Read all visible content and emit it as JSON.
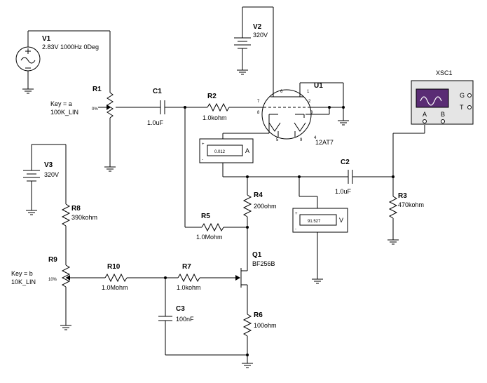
{
  "components": {
    "V1": {
      "label": "V1",
      "value": "2.83V 1000Hz 0Deg"
    },
    "V2": {
      "label": "V2",
      "value": "320V"
    },
    "V3": {
      "label": "V3",
      "value": "320V"
    },
    "R1": {
      "label": "R1",
      "key": "Key = a",
      "value": "100K_LIN",
      "percent": "0%"
    },
    "R2": {
      "label": "R2",
      "value": "1.0kohm"
    },
    "R3": {
      "label": "R3",
      "value": "470kohm"
    },
    "R4": {
      "label": "R4",
      "value": "200ohm"
    },
    "R5": {
      "label": "R5",
      "value": "1.0Mohm"
    },
    "R6": {
      "label": "R6",
      "value": "100ohm"
    },
    "R7": {
      "label": "R7",
      "value": "1.0kohm"
    },
    "R8": {
      "label": "R8",
      "value": "390kohm"
    },
    "R9": {
      "label": "R9",
      "key": "Key = b",
      "value": "10K_LIN",
      "percent": "10%"
    },
    "R10": {
      "label": "R10",
      "value": "1.0Mohm"
    },
    "C1": {
      "label": "C1",
      "value": "1.0uF"
    },
    "C2": {
      "label": "C2",
      "value": "1.0uF"
    },
    "C3": {
      "label": "C3",
      "value": "100nF"
    },
    "Q1": {
      "label": "Q1",
      "value": "BF256B"
    },
    "U1": {
      "label": "U1",
      "value": "12AT7",
      "pins": [
        "1",
        "2",
        "3",
        "4",
        "5",
        "6",
        "7",
        "8",
        "9"
      ]
    },
    "XSC1": {
      "label": "XSC1",
      "chA": "A",
      "chB": "B",
      "G": "G",
      "T": "T"
    }
  },
  "meters": {
    "ammeter": {
      "reading": "0.012",
      "unit": "A",
      "plus": "+",
      "minus": "-"
    },
    "voltmeter": {
      "reading": "91.527",
      "unit": "V",
      "plus": "+",
      "minus": "-"
    }
  }
}
